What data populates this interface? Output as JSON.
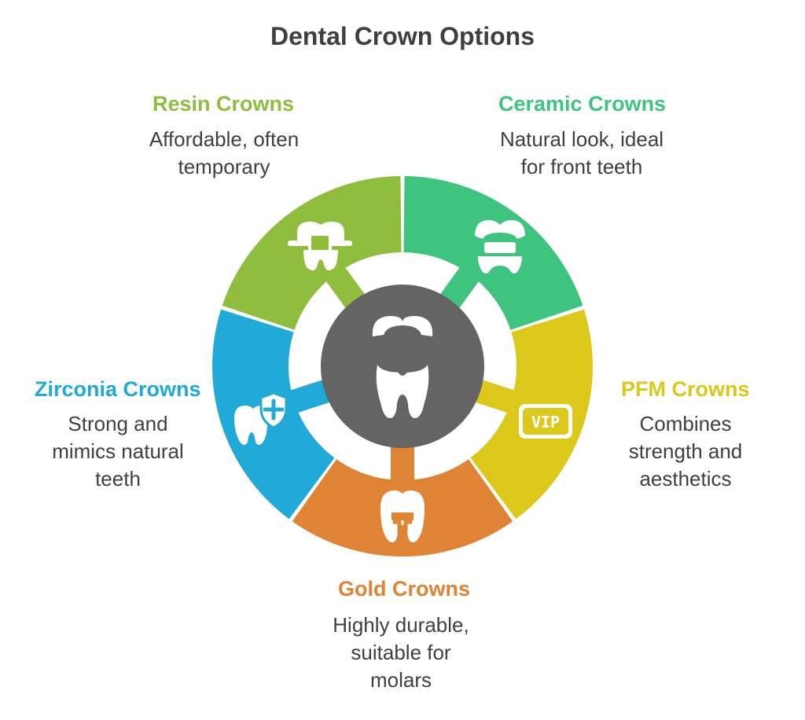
{
  "title": "Dental Crown Options",
  "center": {
    "icon": "tooth-crown-placement-icon",
    "color": "#646464"
  },
  "segments": [
    {
      "id": "resin",
      "heading": "Resin Crowns",
      "desc_lines": [
        "Affordable, often",
        "temporary"
      ],
      "color": "#8fbd3e",
      "icon": "tooth-braces-icon"
    },
    {
      "id": "ceramic",
      "heading": "Ceramic Crowns",
      "desc_lines": [
        "Natural look, ideal",
        "for front teeth"
      ],
      "color": "#3ec47f",
      "icon": "tooth-crown-icon"
    },
    {
      "id": "pfm",
      "heading": "PFM Crowns",
      "desc_lines": [
        "Combines",
        "strength and",
        "aesthetics"
      ],
      "color": "#dcc81b",
      "icon": "vip-badge-icon",
      "icon_text": "VIP"
    },
    {
      "id": "gold",
      "heading": "Gold Crowns",
      "desc_lines": [
        "Highly durable,",
        "suitable for",
        "molars"
      ],
      "color": "#df8334",
      "icon": "tooth-inlay-icon"
    },
    {
      "id": "zirconia",
      "heading": "Zirconia Crowns",
      "desc_lines": [
        "Strong and",
        "mimics natural",
        "teeth"
      ],
      "color": "#21a9d8",
      "icon": "tooth-shield-icon"
    }
  ]
}
